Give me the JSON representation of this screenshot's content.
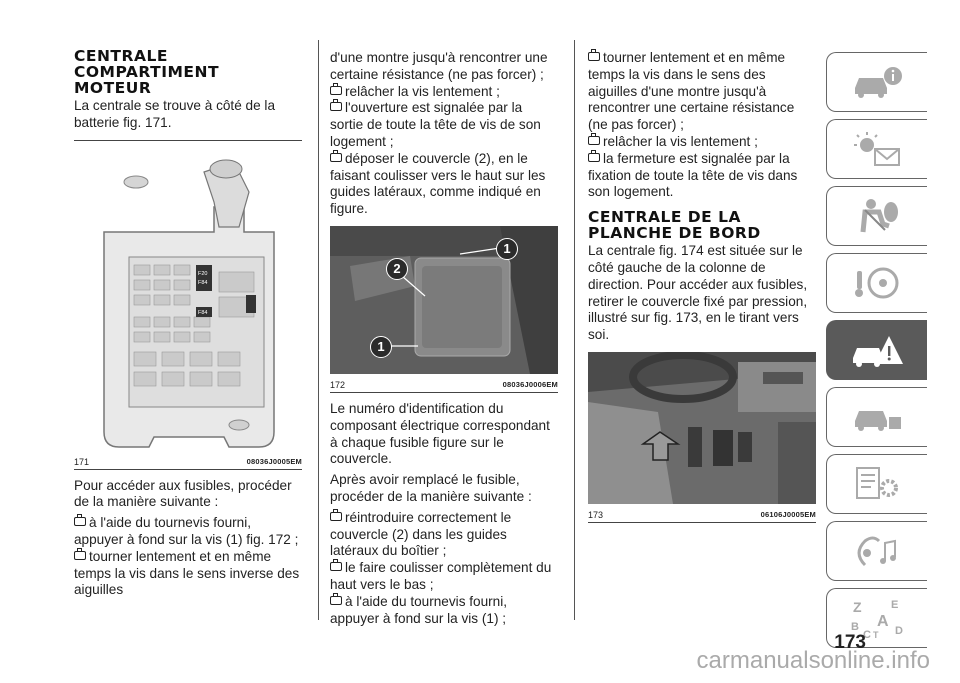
{
  "col1": {
    "heading": "CENTRALE COMPARTIMENT MOTEUR",
    "intro": "La centrale se trouve à côté de la batterie fig. 171.",
    "fig_number": "171",
    "fig_code": "08036J0005EM",
    "fuse_labels": [
      "F20",
      "F84",
      "F84"
    ],
    "para": "Pour accéder aux fusibles, procéder de la manière suivante :",
    "bullets": [
      "à l'aide du tournevis fourni, appuyer à fond sur la vis (1) fig. 172 ;",
      "tourner lentement et en même temps la vis dans le sens inverse des aiguilles"
    ]
  },
  "col2": {
    "lead": "d'une montre jusqu'à rencontrer une certaine résistance (ne pas forcer) ;",
    "bullets1": [
      "relâcher la vis lentement ;",
      "l'ouverture est signalée par la sortie de toute la tête de vis de son logement ;",
      "déposer le couvercle (2), en le faisant coulisser vers le haut sur les guides latéraux, comme indiqué en figure."
    ],
    "fig_number": "172",
    "fig_code": "08036J0006EM",
    "badges": [
      "1",
      "2",
      "1"
    ],
    "para1": "Le numéro d'identification du composant électrique correspondant à chaque fusible figure sur le couvercle.",
    "para2": "Après avoir remplacé le fusible, procéder de la manière suivante :",
    "bullets2": [
      "réintroduire correctement le couvercle (2) dans les guides latéraux du boîtier ;",
      "le faire coulisser complètement du haut vers le bas ;",
      "à l'aide du tournevis fourni, appuyer à fond sur la vis (1) ;"
    ]
  },
  "col3": {
    "bullets1": [
      "tourner lentement et en même temps la vis dans le sens des aiguilles d'une montre jusqu'à rencontrer une certaine résistance (ne pas forcer) ;",
      "relâcher la vis lentement ;",
      "la fermeture est signalée par la fixation de toute la tête de vis dans son logement."
    ],
    "heading": "CENTRALE DE LA PLANCHE DE BORD",
    "para": "La centrale fig. 174 est située sur le côté gauche de la colonne de direction. Pour accéder aux fusibles, retirer le couvercle fixé par pression, illustré sur fig. 173, en le tirant vers soi.",
    "fig_number": "173",
    "fig_code": "06106J0005EM"
  },
  "sidebar": {
    "tabs": [
      {
        "icon": "car-info-icon",
        "active": false
      },
      {
        "icon": "warning-lights-icon",
        "active": false
      },
      {
        "icon": "airbag-safety-icon",
        "active": false
      },
      {
        "icon": "steering-key-icon",
        "active": false
      },
      {
        "icon": "emergency-car-icon",
        "active": true
      },
      {
        "icon": "maintenance-car-icon",
        "active": false
      },
      {
        "icon": "specs-gear-icon",
        "active": false
      },
      {
        "icon": "multimedia-icon",
        "active": false
      },
      {
        "icon": "index-letters-icon",
        "active": false
      }
    ],
    "index_letters": [
      "Z",
      "E",
      "B",
      "A",
      "C",
      "D",
      "T"
    ]
  },
  "page_number": "173",
  "watermark": "carmanualsonline.info",
  "colors": {
    "text": "#222222",
    "active_tab": "#5a5a5a",
    "tab_border": "#666666",
    "watermark": "#aaaaaa"
  }
}
